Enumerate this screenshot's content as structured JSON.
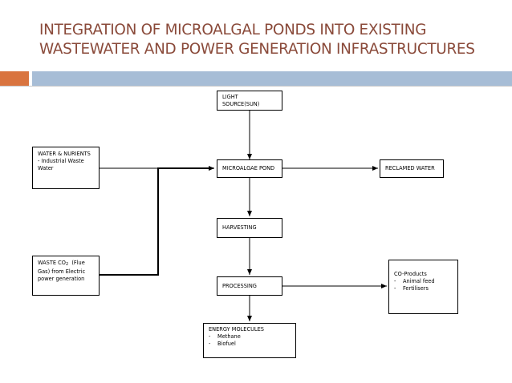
{
  "header": {
    "title_line1": "INTEGRATION OF MICROALGAL PONDS INTO EXISTING",
    "title_line2": "WASTEWATER AND POWER GENERATION INFRASTRUCTURES"
  },
  "diagram": {
    "light_source": "LIGHT SOURCE(SUN)",
    "water_nutrients": {
      "line1": "WATER & NURIENTS",
      "line2": "- Industrial Waste",
      "line3": "Water"
    },
    "microalgae_pond": "MICROALGAE POND",
    "reclaimed_water": "RECLAMED WATER",
    "harvesting": "HARVESTING",
    "waste_co2": {
      "prefix": "WASTE CO",
      "sub": "2",
      "suffix": "  (Flue",
      "line2": "Gas) from Electric",
      "line3": "power generation"
    },
    "processing": "PROCESSING",
    "coproducts": {
      "title": "CO-Products",
      "bullet": "-",
      "items": [
        "Animal feed",
        "Fertilisers"
      ]
    },
    "energy": {
      "title": "ENERGY MOLECULES",
      "bullet": "-",
      "items": [
        "Methane",
        "Biofuel"
      ]
    }
  }
}
